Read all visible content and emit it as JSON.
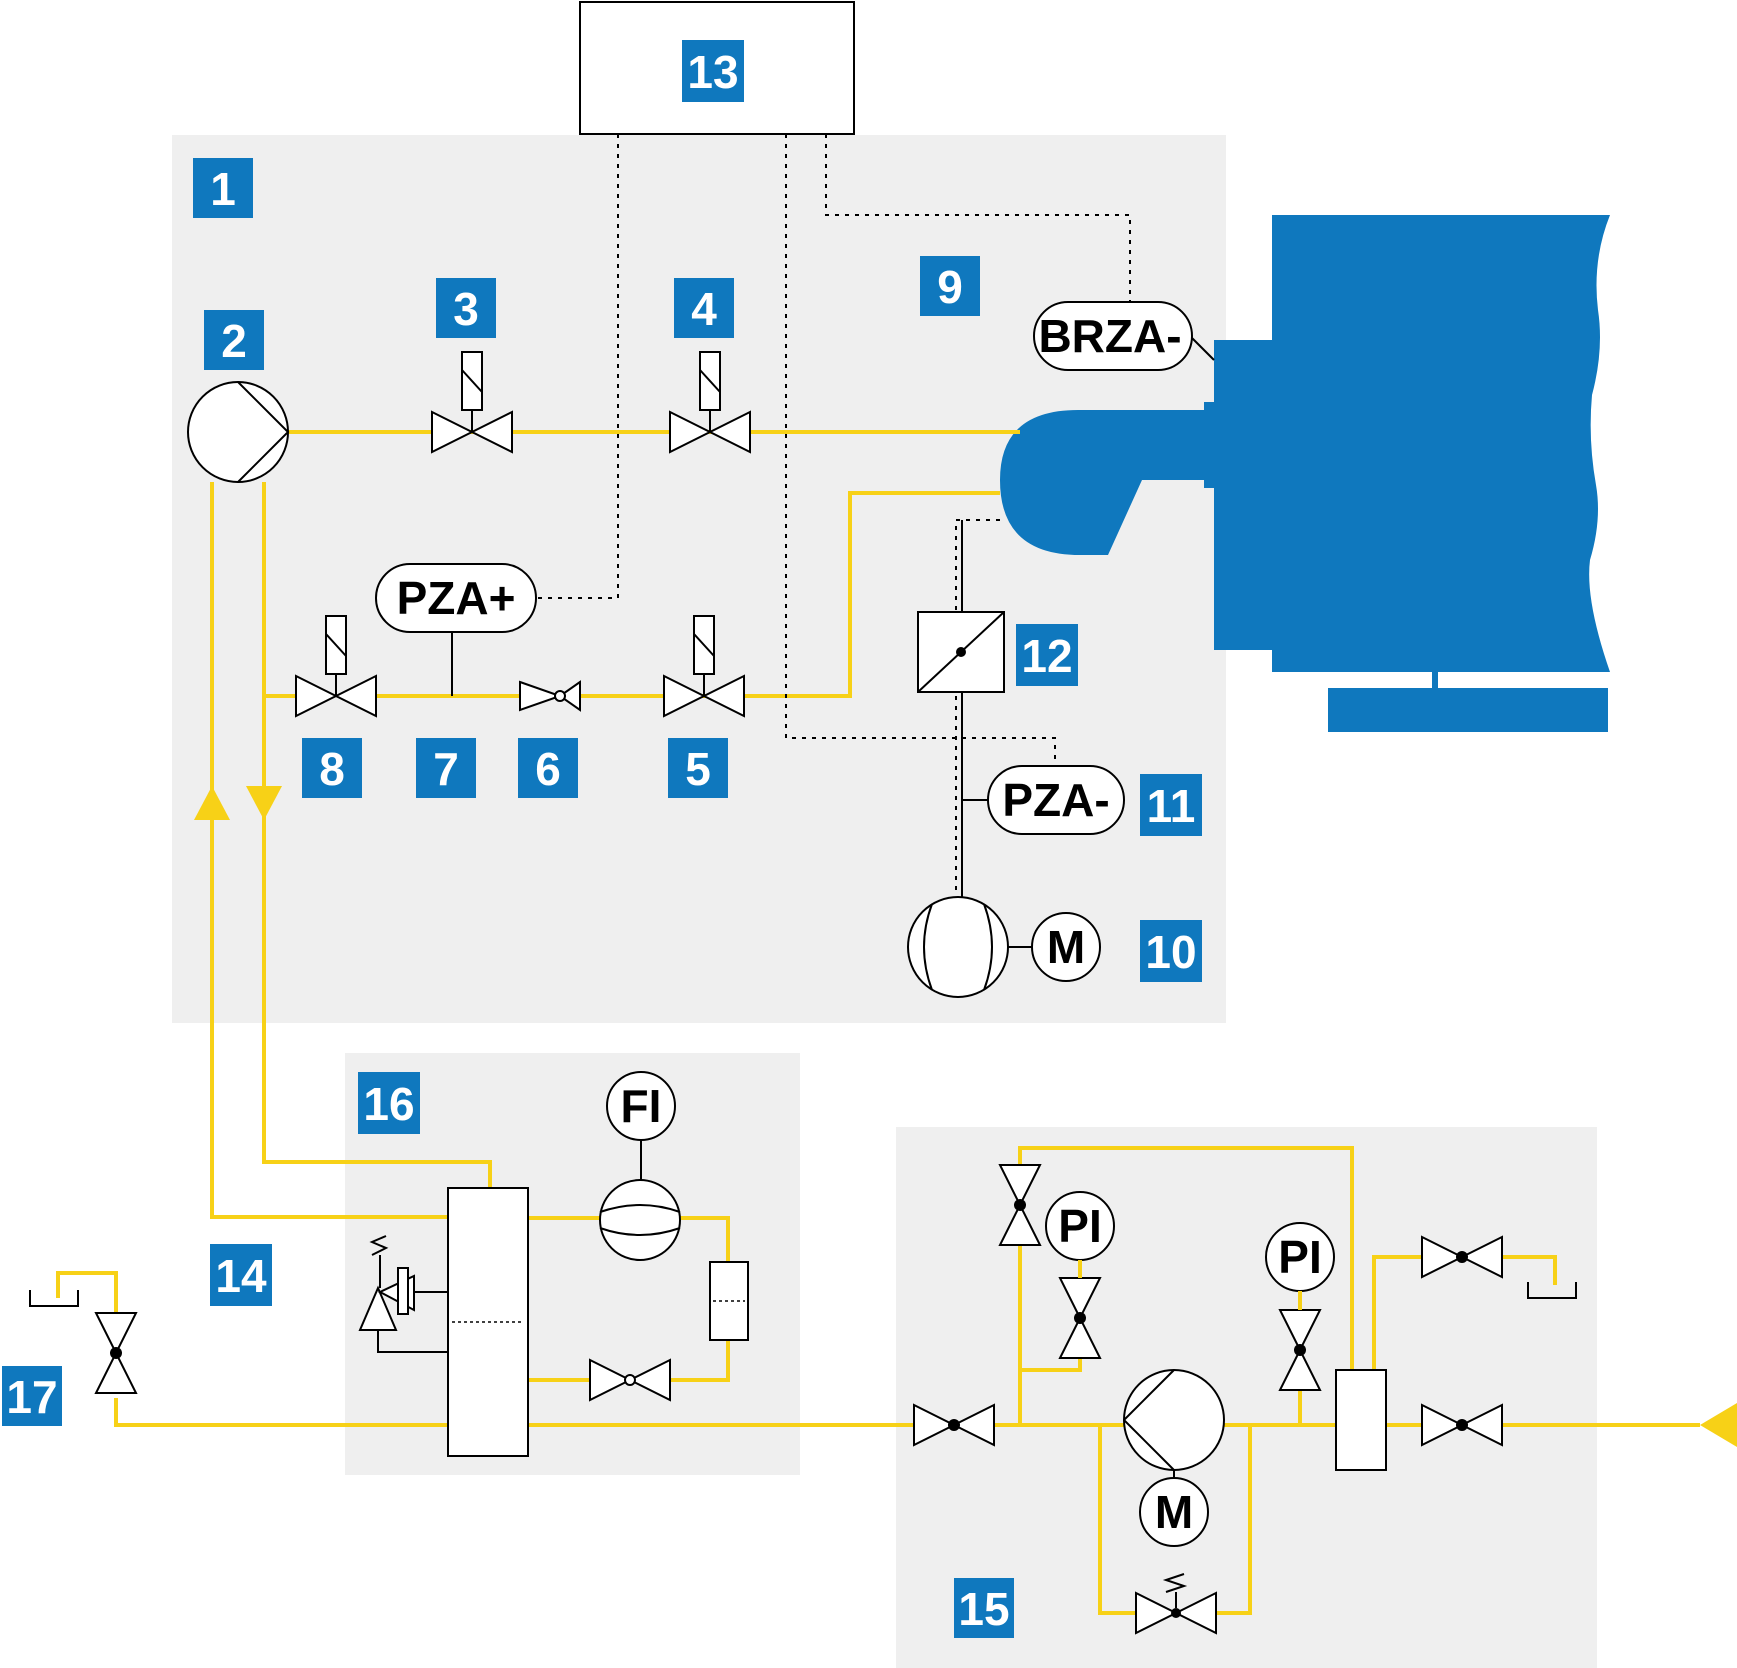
{
  "colors": {
    "panel": "#efefef",
    "pipe": "#f7d117",
    "badge": "#0f78be",
    "engine": "#0f78be",
    "stroke": "#000000"
  },
  "badges": {
    "b1": "1",
    "b2": "2",
    "b3": "3",
    "b4": "4",
    "b5": "5",
    "b6": "6",
    "b7": "7",
    "b8": "8",
    "b9": "9",
    "b10": "10",
    "b11": "11",
    "b12": "12",
    "b13": "13",
    "b14": "14",
    "b15": "15",
    "b16": "16",
    "b17": "17"
  },
  "instruments": {
    "brza": "BRZA-",
    "pza_plus": "PZA+",
    "pza_minus": "PZA-",
    "motor_main": "M",
    "motor_pump": "M",
    "fi": "FI",
    "pi_left": "PI",
    "pi_right": "PI"
  },
  "icons": {
    "pump": "pump-icon",
    "solenoid_valve": "solenoid-valve-icon",
    "check_valve": "check-valve-icon",
    "filter": "filter-icon",
    "compressor": "compressor-icon",
    "ball_valve": "ball-valve-icon",
    "relief_valve": "relief-valve-icon",
    "flow_arrow": "flow-arrow-icon"
  }
}
